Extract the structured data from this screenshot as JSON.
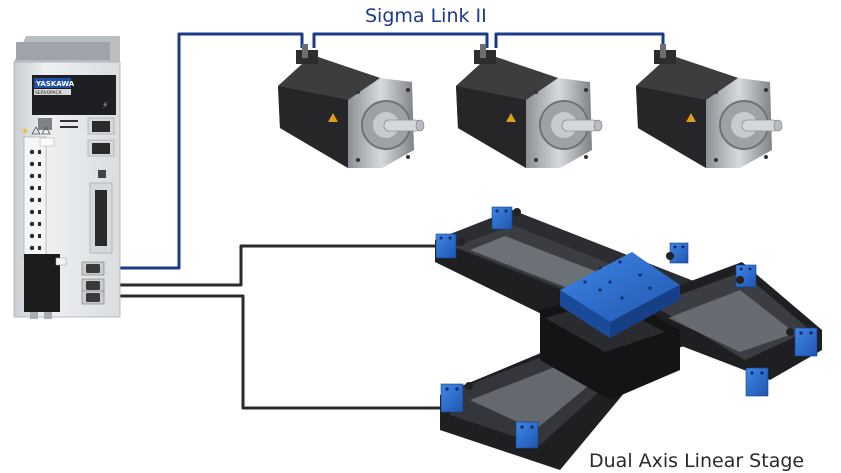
{
  "diagram": {
    "title": "Sigma Link II",
    "stage_label": "Dual Axis Linear Stage",
    "servo_drive": {
      "brand": "YASKAWA",
      "model_label": "SERVOPACK"
    },
    "motors": [
      {
        "name": "servo-motor-1"
      },
      {
        "name": "servo-motor-2"
      },
      {
        "name": "servo-motor-3"
      }
    ],
    "colors": {
      "sigma_link_cable": "#1c3a8a",
      "encoder_cable": "#2b2b2b",
      "stage_accent": "#2f6fd0",
      "motor_body": "#2a2a2a",
      "drive_body": "#e3e6e8"
    }
  }
}
